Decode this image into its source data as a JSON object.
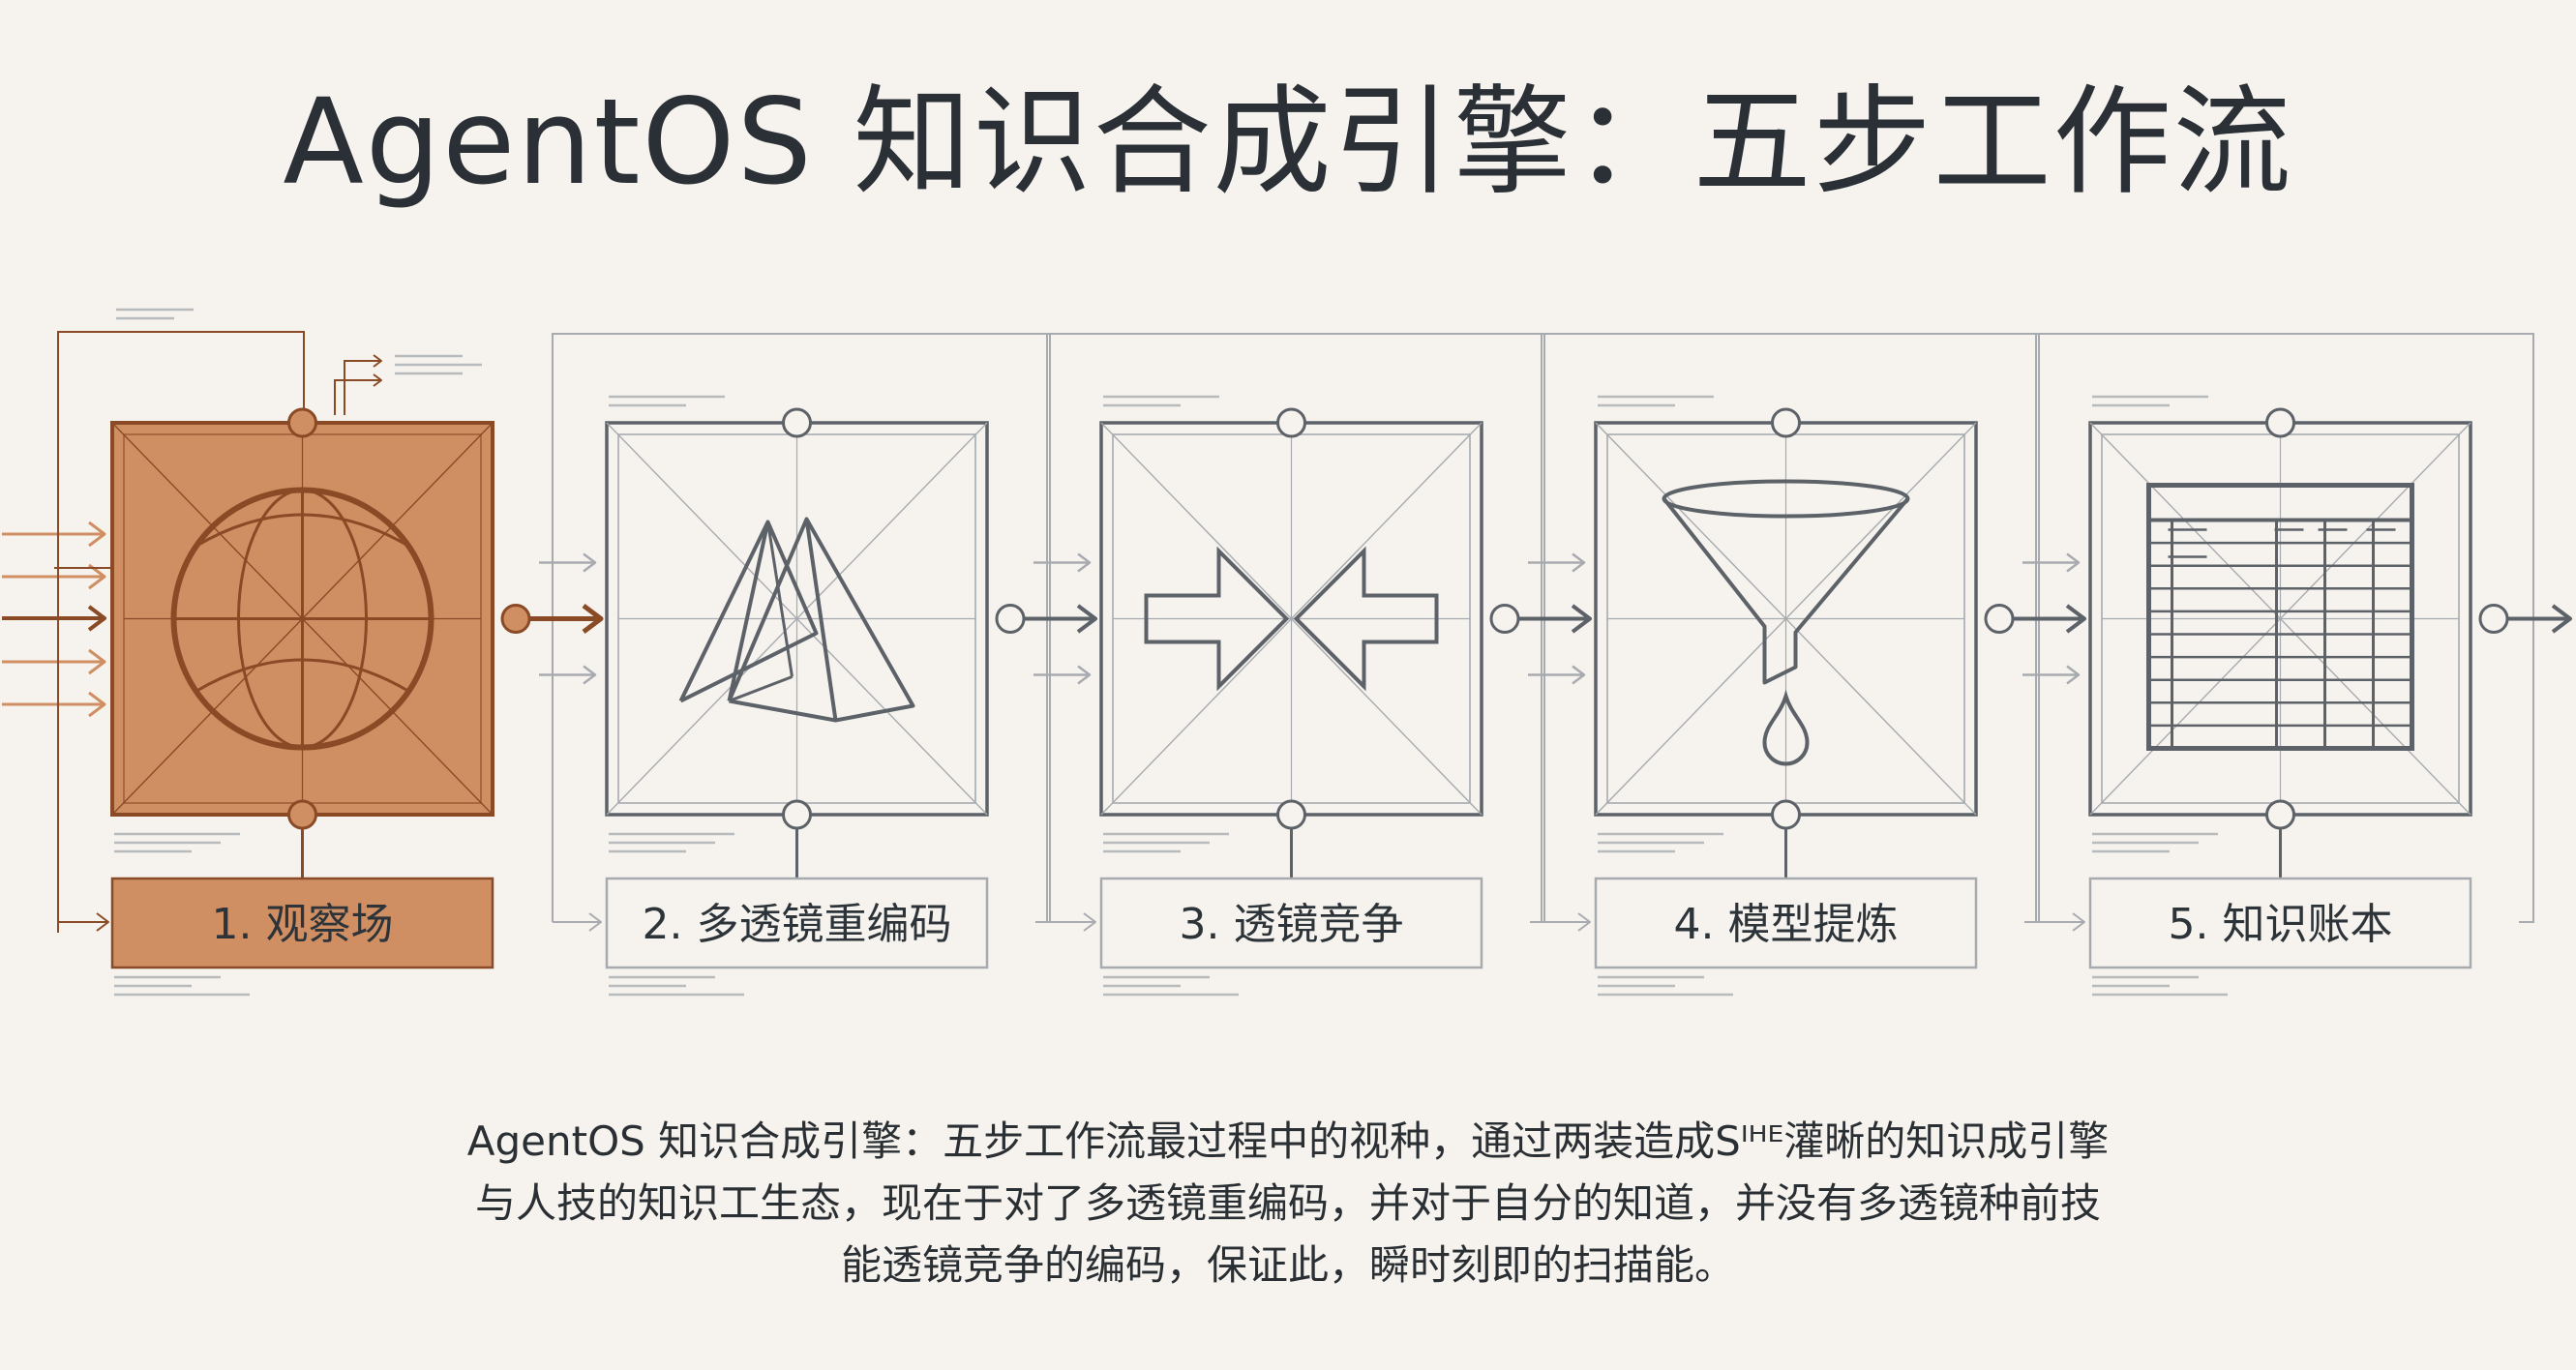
{
  "title": "AgentOS 知识合成引擎：五步工作流",
  "steps": [
    {
      "label": "1. 观察场",
      "icon": "globe-icon",
      "highlighted": true
    },
    {
      "label": "2. 多透镜重编码",
      "icon": "pyramids-icon",
      "highlighted": false
    },
    {
      "label": "3. 透镜竞争",
      "icon": "converging-arrows-icon",
      "highlighted": false
    },
    {
      "label": "4. 模型提炼",
      "icon": "funnel-icon",
      "highlighted": false
    },
    {
      "label": "5. 知识账本",
      "icon": "ledger-table-icon",
      "highlighted": false
    }
  ],
  "caption_lines": [
    "AgentOS 知识合成引擎：五步工作流最过程中的视种，通过两装造成Sᴵᴴᴱ灌晰的知识成引擎",
    "与人技的知识工生态，现在于对了多透镜重编码，并对于自分的知道，并没有多透镜种前技",
    "能透镜竞争的编码，保证此，瞬时刻即的扫描能。"
  ],
  "colors": {
    "background": "#f6f3ee",
    "accent_fill": "#d08e63",
    "accent_stroke": "#8a4a26",
    "line": "#5c6268",
    "thin_line": "#a7abaf"
  }
}
